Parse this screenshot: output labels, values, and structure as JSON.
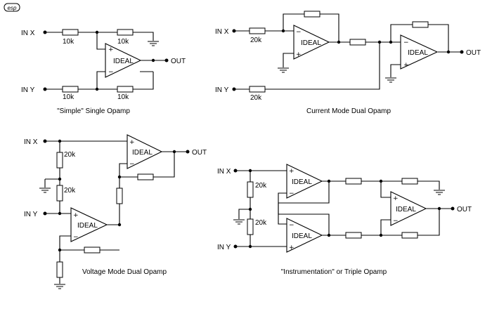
{
  "logo": {
    "text": "esp"
  },
  "labels": {
    "in_x": "IN X",
    "in_y": "IN Y",
    "out": "OUT",
    "ideal": "IDEAL",
    "r10k": "10k",
    "r20k": "20k",
    "plus": "+",
    "minus": "−"
  },
  "captions": {
    "simple": "\"Simple\" Single Opamp",
    "current": "Current Mode Dual Opamp",
    "voltage": "Voltage Mode Dual Opamp",
    "instrumentation": "\"Instrumentation\" or Triple Opamp"
  }
}
